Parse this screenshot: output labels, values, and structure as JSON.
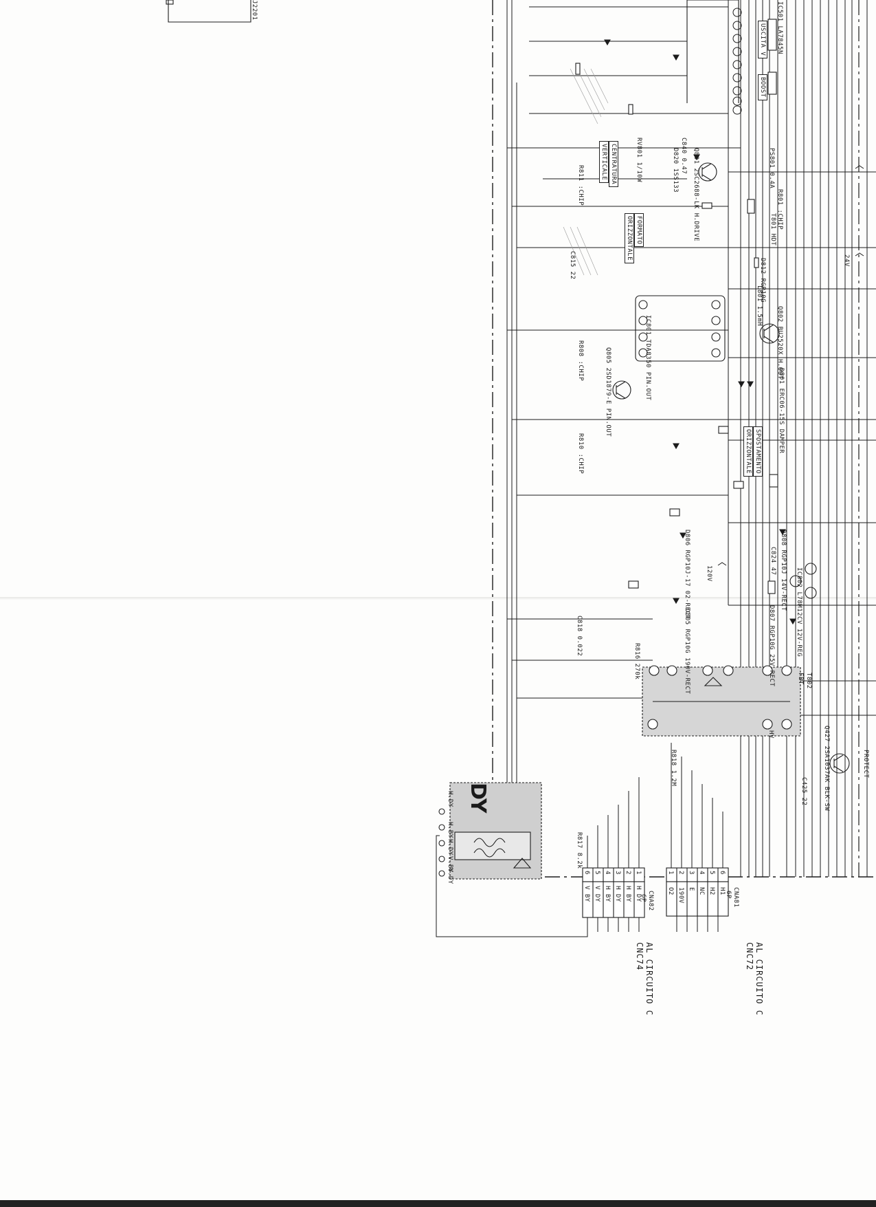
{
  "labels": {
    "uscita_v": "USCITA V",
    "boost": "BOOST",
    "centratura": "CENTRATURA",
    "verticale": "VERTICALE",
    "formato": "FORMATO",
    "orizzontale": "ORIZZONTALE",
    "spostamento": "SPOSTAMENTO",
    "spostamento_orizz": "ORIZZONTALE",
    "v24": "24V",
    "v120": "120V",
    "protect": "PROTECT",
    "hv": "HV",
    "dy": "DY",
    "al_circuito_c1": "AL CIRCUITO C",
    "cnc72": "CNC72",
    "al_circuito_c2": "AL CIRCUITO C",
    "cnc74": "CNC74",
    "cna81": "CNA81",
    "cna81_6p": "6P",
    "cna82": "CNA82",
    "cna82_6p": "6P",
    "j2201": "J2201",
    "fbt": "T802",
    "fbt_sub": "FBT",
    "q802": "Q802 BU2520X H.OUT",
    "q801": "Q801 2SC2688-LK H.DRIVE",
    "ic801": "IC801 TDA8350 PIN.OUT",
    "q805": "Q805 2SD1879-E PIN.OUT",
    "d801": "D801 ERC06-15S DAMPER",
    "d808": "D808 RGP10J 14V-RECT",
    "ic802": "IC802 L78M12CV 12V-REG",
    "d807": "D807 RGP10G 25V-RECT",
    "d805": "D805 RGP10G 190V-RECT",
    "d806": "D806 RGP10J-17 02-RECT",
    "q427": "Q427 2SA1037AK BLK-SW",
    "t801": "T801 HDT",
    "d812": "D812 RGP10G",
    "l801": "L801 1.5mH",
    "r817": "R817 8.2k",
    "r816": "R816 270k",
    "r818": "R818 1.2M",
    "c818": "C818 0.022",
    "c815": "C815 22",
    "c824": "C824 47",
    "c425": "C425 22",
    "r810": "R810 :CHIP",
    "r808": "R808 :CHIP",
    "r811": "R811 :CHIP",
    "r801": "R801 :CHIP",
    "rv801": "RV801 1/10W",
    "c840": "C840 0.47",
    "d820": "D820 1SS133",
    "ps801": "PS801 0.4A",
    "ic501": "IC501 LA7845N"
  },
  "connector_cna81": {
    "pins": [
      "1",
      "2",
      "3",
      "4",
      "5",
      "6"
    ],
    "signals": [
      "O2",
      "190V",
      "E",
      "NC",
      "H2",
      "H1"
    ]
  },
  "connector_cna82": {
    "pins": [
      "6",
      "5",
      "4",
      "3",
      "2",
      "1"
    ],
    "signals": [
      "V BY",
      "V DY",
      "H BY",
      "H DY",
      "H BY",
      "H DY"
    ]
  },
  "dy_terminals": [
    "H.DY",
    "H.BY",
    "H.DY",
    "V.BY",
    "V.DY"
  ]
}
